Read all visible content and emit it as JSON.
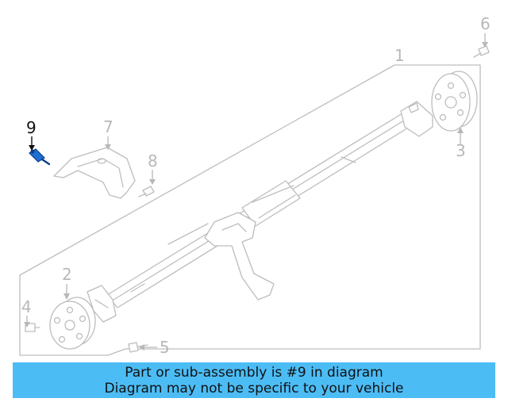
{
  "callouts": {
    "c1": "1",
    "c2": "2",
    "c3": "3",
    "c4": "4",
    "c5": "5",
    "c6": "6",
    "c7": "7",
    "c8": "8",
    "c9": "9"
  },
  "highlighted_part": "9",
  "colors": {
    "highlight_part": "#1d6fd1",
    "banner_background": "#4cbcf5",
    "line_art": "#bdbdbd",
    "callout_active": "#111111"
  },
  "banner": {
    "line1": "Part or sub-assembly is #9 in diagram",
    "line2": "Diagram may not be specific to your vehicle"
  }
}
